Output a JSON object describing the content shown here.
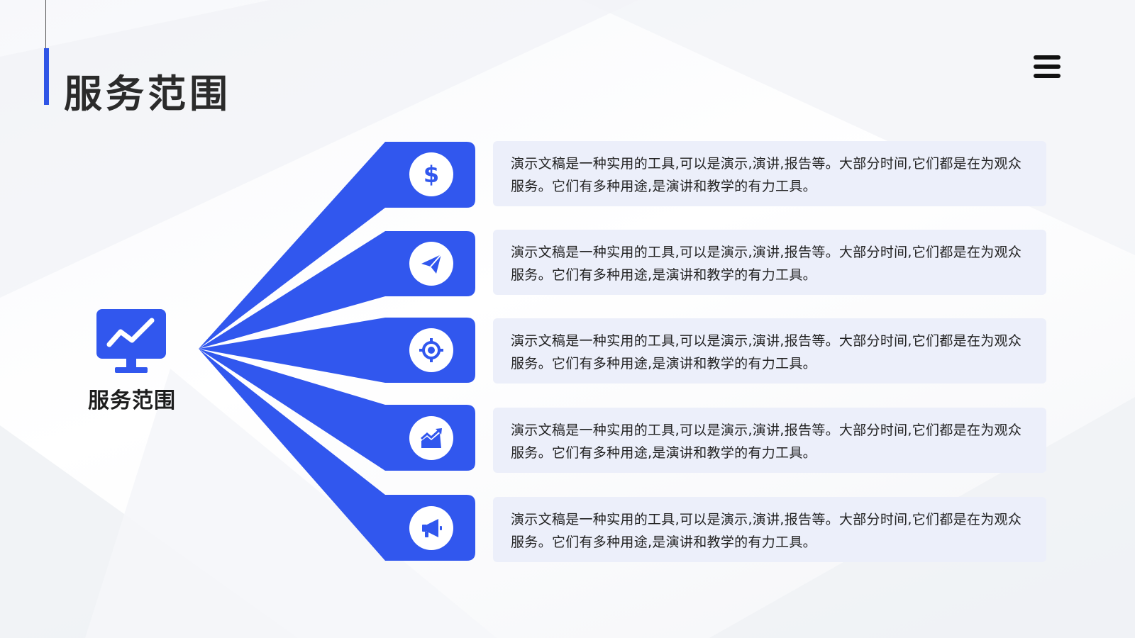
{
  "page": {
    "title": "服务范围",
    "accent_color": "#2f55e6",
    "menu_icon": "hamburger-menu-icon"
  },
  "hub": {
    "label": "服务范围",
    "icon": "monitor-chart-icon"
  },
  "items": [
    {
      "icon": "dollar-icon",
      "text": "演示文稿是一种实用的工具,可以是演示,演讲,报告等。大部分时间,它们都是在为观众服务。它们有多种用途,是演讲和教学的有力工具。"
    },
    {
      "icon": "paper-plane-icon",
      "text": "演示文稿是一种实用的工具,可以是演示,演讲,报告等。大部分时间,它们都是在为观众服务。它们有多种用途,是演讲和教学的有力工具。"
    },
    {
      "icon": "target-icon",
      "text": "演示文稿是一种实用的工具,可以是演示,演讲,报告等。大部分时间,它们都是在为观众服务。它们有多种用途,是演讲和教学的有力工具。"
    },
    {
      "icon": "growth-chart-icon",
      "text": "演示文稿是一种实用的工具,可以是演示,演讲,报告等。大部分时间,它们都是在为观众服务。它们有多种用途,是演讲和教学的有力工具。"
    },
    {
      "icon": "megaphone-icon",
      "text": "演示文稿是一种实用的工具,可以是演示,演讲,报告等。大部分时间,它们都是在为观众服务。它们有多种用途,是演讲和教学的有力工具。"
    }
  ]
}
